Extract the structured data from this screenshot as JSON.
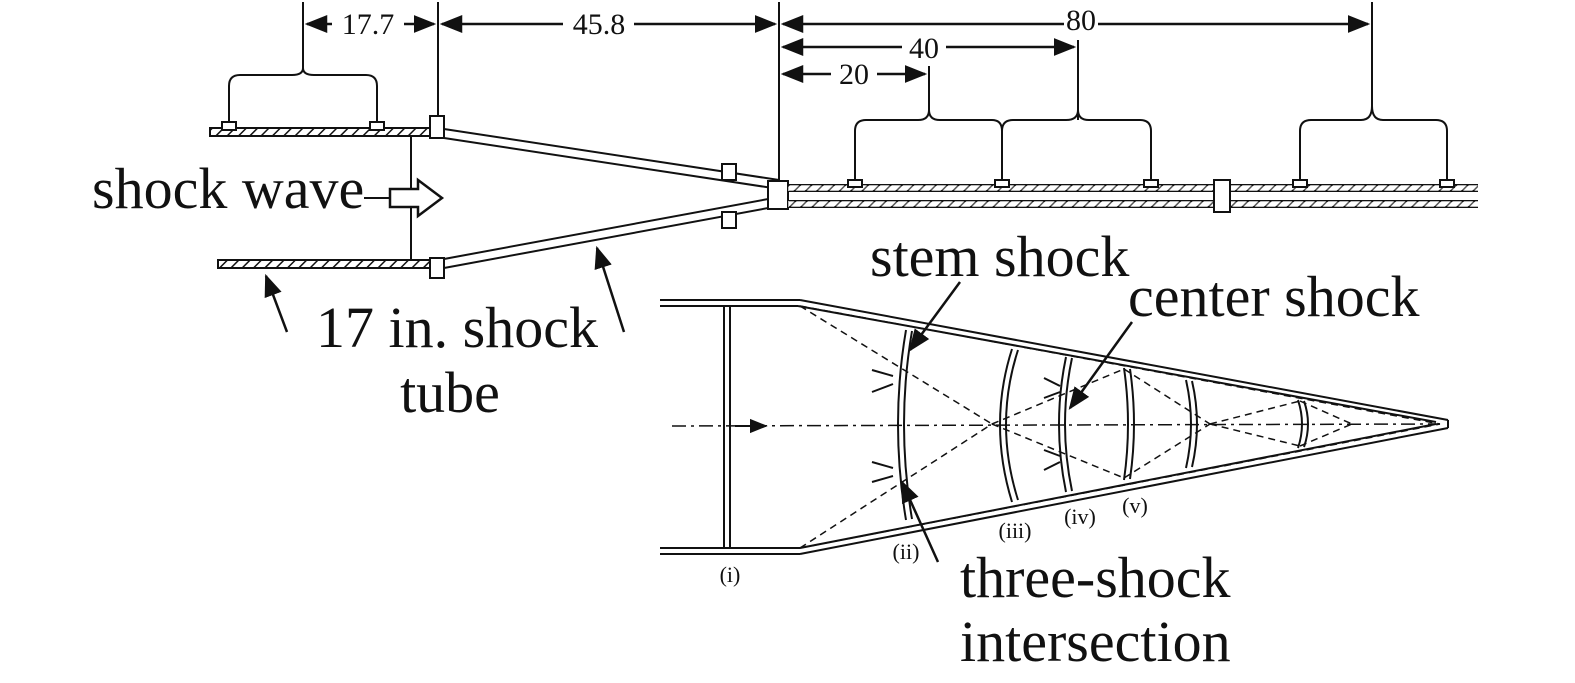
{
  "dimensions": {
    "d1": "17.7",
    "d2": "45.8",
    "d3": "80",
    "d4": "40",
    "d5": "20"
  },
  "labels": {
    "shock_wave": "shock wave",
    "tube_line1": "17 in. shock",
    "tube_line2": "tube",
    "stem_shock": "stem shock",
    "center_shock": "center shock",
    "three_shock_line1": "three-shock",
    "three_shock_line2": "intersection"
  },
  "stages": {
    "i": "(i)",
    "ii": "(ii)",
    "iii": "(iii)",
    "iv": "(iv)",
    "v": "(v)"
  }
}
